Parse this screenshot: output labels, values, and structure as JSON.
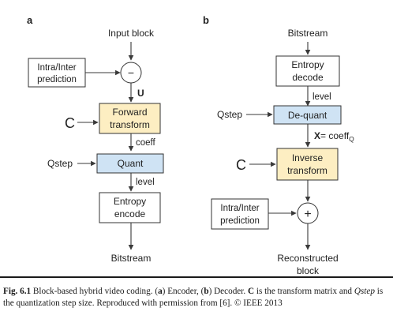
{
  "panel_a": {
    "label": "a",
    "input_label": "Input block",
    "intra_inter": [
      "Intra/Inter",
      "prediction"
    ],
    "u_label": "U",
    "c_label": "C",
    "forward": [
      "Forward",
      "transform"
    ],
    "coeff_label": "coeff",
    "qstep_label": "Qstep",
    "quant_label": "Quant",
    "level_label": "level",
    "entropy": [
      "Entropy",
      "encode"
    ],
    "output_label": "Bitstream",
    "sum_symbol": "−"
  },
  "panel_b": {
    "label": "b",
    "input_label": "Bitstream",
    "entropy": [
      "Entropy",
      "decode"
    ],
    "level_label": "level",
    "qstep_label": "Qstep",
    "dequant_label": "De-quant",
    "x_label": "X",
    "x_rest": "= coeff",
    "x_sub": "Q",
    "c_label": "C",
    "inverse": [
      "Inverse",
      "transform"
    ],
    "intra_inter": [
      "Intra/Inter",
      "prediction"
    ],
    "sum_symbol": "+",
    "output": [
      "Reconstructed",
      "block"
    ]
  },
  "colors": {
    "transform_fill": "#fdeec2",
    "quant_fill": "#cfe3f4",
    "line": "#3a3a3a"
  },
  "caption": {
    "fig_label": "Fig. 6.1",
    "p1": "  Block-based hybrid video coding. (",
    "a": "a",
    "p2": ") Encoder, (",
    "b": "b",
    "p3": ") Decoder. ",
    "c": "C",
    "p4": " is the transform matrix and ",
    "qstep": "Qstep",
    "p5": " is the quantization step size. Reproduced with permission from [6]. © IEEE 2013"
  }
}
